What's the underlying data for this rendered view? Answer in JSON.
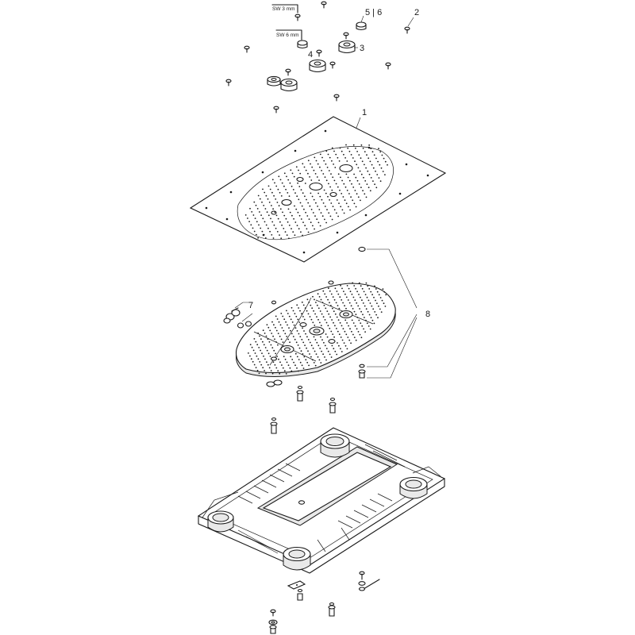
{
  "diagram": {
    "callouts": [
      "1",
      "2",
      "3",
      "4",
      "5 | 6",
      "7",
      "8"
    ],
    "tools": [
      "SW 3 mm",
      "SW 6 mm"
    ]
  }
}
